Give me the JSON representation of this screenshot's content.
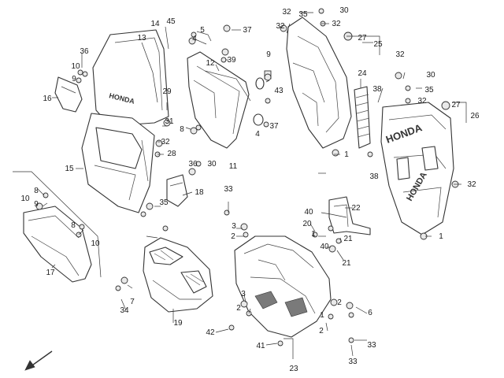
{
  "callouts": [
    "14",
    "45",
    "13",
    "5",
    "4",
    "37",
    "36",
    "10",
    "9",
    "16",
    "12",
    "39",
    "9",
    "43",
    "29",
    "8",
    "31",
    "32",
    "28",
    "15",
    "36",
    "30",
    "11",
    "4",
    "37",
    "32",
    "30",
    "35",
    "32",
    "27",
    "25",
    "24",
    "38",
    "1",
    "32",
    "30",
    "35",
    "32",
    "27",
    "26",
    "38",
    "32",
    "1",
    "10",
    "8",
    "9",
    "8",
    "10",
    "18",
    "17",
    "33",
    "35",
    "7",
    "34",
    "3",
    "2",
    "19",
    "3",
    "2",
    "42",
    "41",
    "23",
    "20",
    "22",
    "40",
    "21",
    "40",
    "21",
    "1",
    "2",
    "33",
    "33",
    "1",
    "2",
    "32",
    "6"
  ],
  "logos": [
    "HONDA",
    "HONDA",
    "HONDA"
  ],
  "colors": {
    "line": "#333333",
    "background": "#ffffff"
  }
}
